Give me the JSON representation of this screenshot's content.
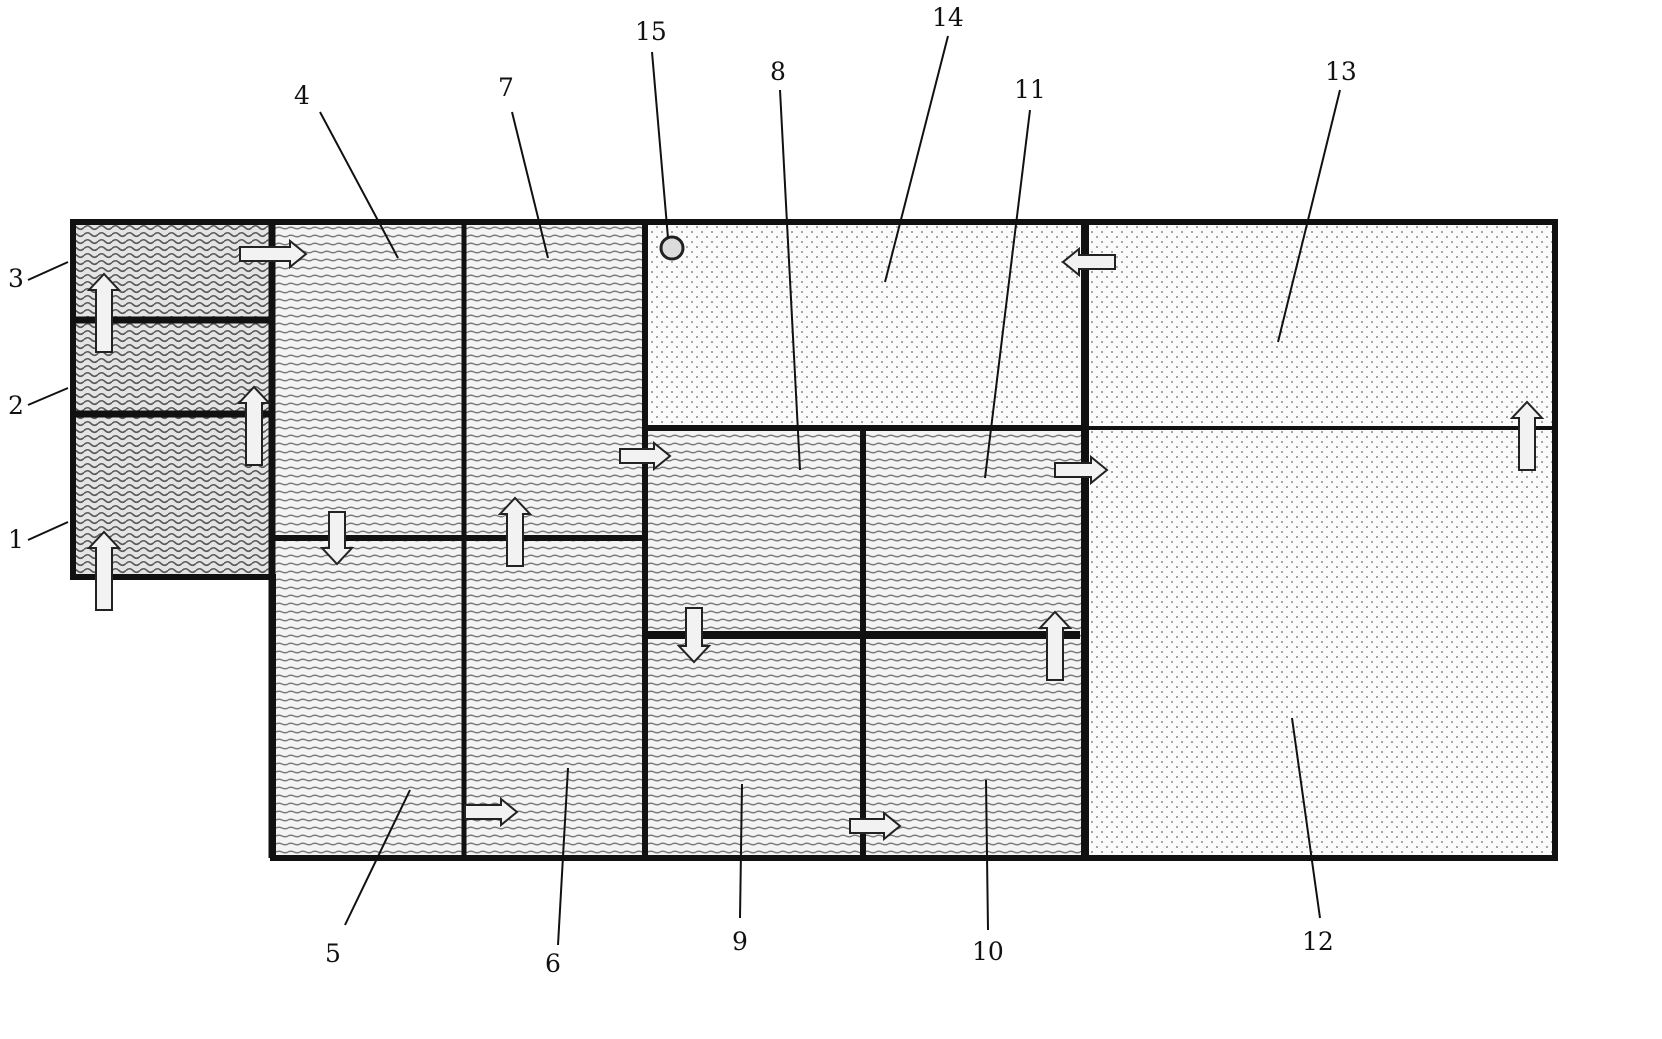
{
  "diagram": {
    "labels": {
      "l1": "1",
      "l2": "2",
      "l3": "3",
      "l4": "4",
      "l5": "5",
      "l6": "6",
      "l7": "7",
      "l8": "8",
      "l9": "9",
      "l10": "10",
      "l11": "11",
      "l12": "12",
      "l13": "13",
      "l14": "14",
      "l15": "15"
    },
    "colors": {
      "wall": "#111111",
      "wavy_fill": "#6a6a6a",
      "hatch_fill": "#7a7a7a",
      "dot_fill": "#6a6a6a",
      "arrow_fill": "#f2f2f2"
    }
  }
}
